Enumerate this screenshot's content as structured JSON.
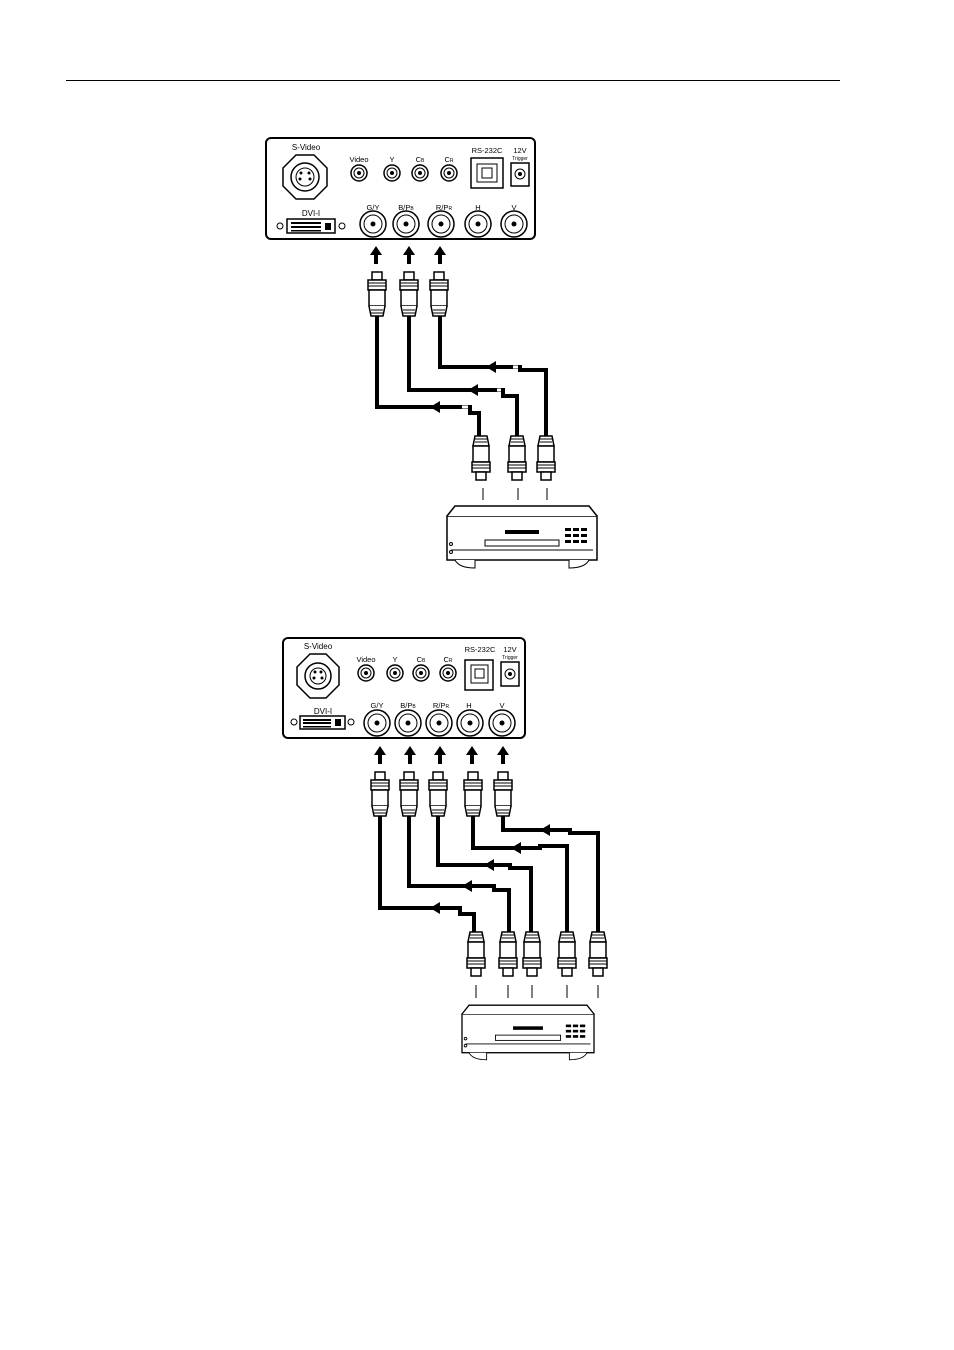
{
  "panel_labels": {
    "svideo": "S-Video",
    "video": "Video",
    "y": "Y",
    "cb_main": "C",
    "cb_sub": "B",
    "cr_main": "C",
    "cr_sub": "R",
    "rs232": "RS-232C",
    "v12": "12V",
    "trigger": "Trigger",
    "dvi": "DVI-I",
    "gy": "G/Y",
    "bpb_main": "B/P",
    "bpb_sub": "B",
    "rpr_main": "R/P",
    "rpr_sub": "R",
    "h": "H",
    "v": "V"
  },
  "diagrams": [
    {
      "name": "component-3-cable-connection",
      "bnc_connectors": [
        "G/Y",
        "B/PB",
        "R/PR"
      ]
    },
    {
      "name": "rgbhv-5-cable-connection",
      "bnc_connectors": [
        "G/Y",
        "B/PB",
        "R/PR",
        "H",
        "V"
      ]
    }
  ]
}
